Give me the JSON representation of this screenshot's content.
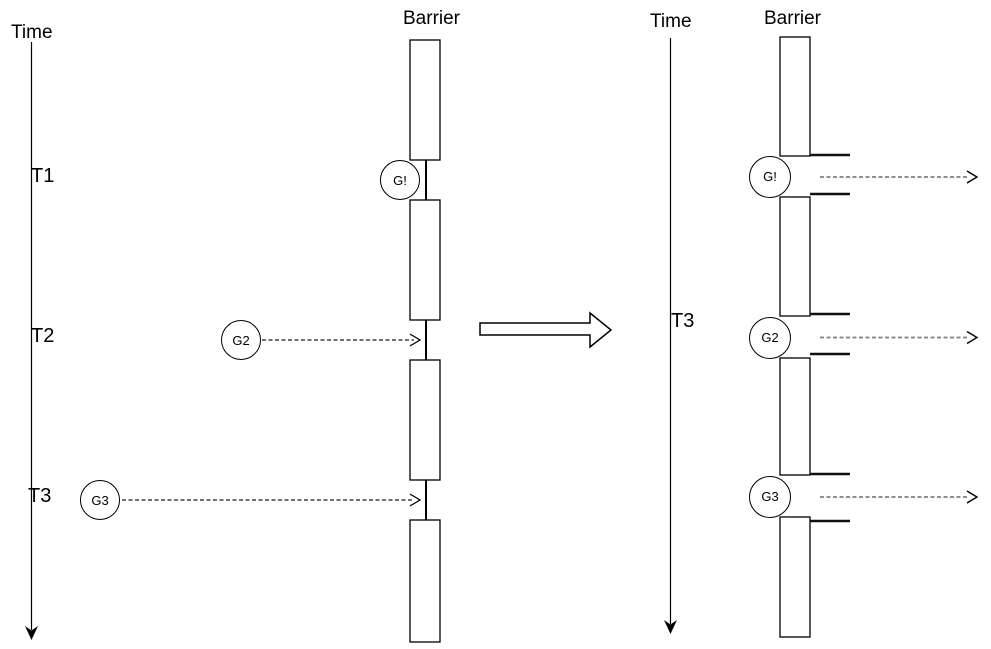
{
  "colors": {
    "line": "#000000",
    "dash_left": "#1a1a1a",
    "dash_right": "#808080",
    "tick": "#111111",
    "background": "#ffffff"
  },
  "left_panel": {
    "time_label": "Time",
    "barrier_label": "Barrier",
    "time_marks": [
      "T1",
      "T2",
      "T3"
    ],
    "guests": [
      "G!",
      "G2",
      "G3"
    ]
  },
  "right_panel": {
    "time_label": "Time",
    "barrier_label": "Barrier",
    "time_marks": [
      "T3"
    ],
    "guests": [
      "G!",
      "G2",
      "G3"
    ]
  }
}
